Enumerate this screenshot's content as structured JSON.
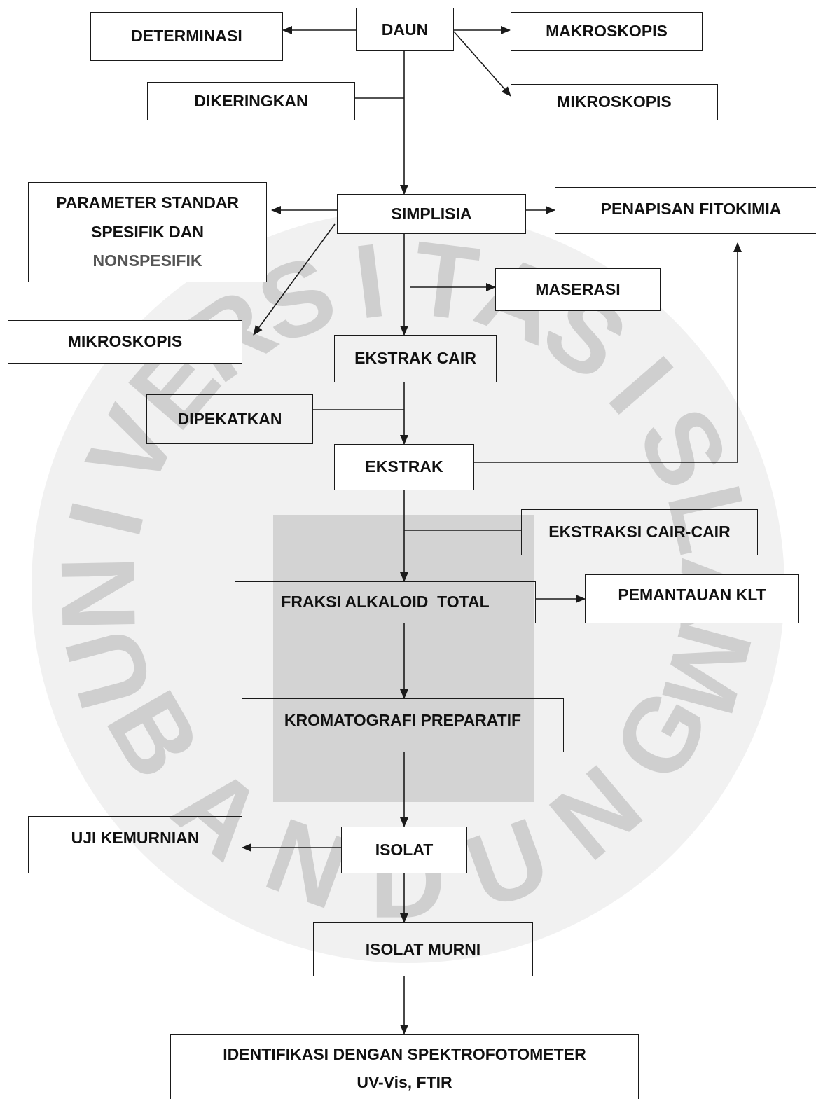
{
  "nodes": {
    "daun": "DAUN",
    "determinasi": "DETERMINASI",
    "makroskopis": "MAKROSKOPIS",
    "mikroskopis_daun": "MIKROSKOPIS",
    "dikeringkan": "DIKERINGKAN",
    "simplisia": "SIMPLISIA",
    "parameter_line1": "PARAMETER STANDAR",
    "parameter_line2": "SPESIFIK DAN",
    "parameter_line3": "NONSPESIFIK",
    "penapisan": "PENAPISAN FITOKIMIA",
    "maserasi": "MASERASI",
    "mikroskopis_simplisia": "MIKROSKOPIS",
    "ekstrak_cair": "EKSTRAK CAIR",
    "dipekatkan": "DIPEKATKAN",
    "ekstrak": "EKSTRAK",
    "ekstraksi_cair_cair": "EKSTRAKSI CAIR-CAIR",
    "fraksi_alkaloid": "FRAKSI ALKALOID  TOTAL",
    "pemantauan_klt": "PEMANTAUAN KLT",
    "kromatografi": "KROMATOGRAFI PREPARATIF",
    "isolat": "ISOLAT",
    "uji_kemurnian": "UJI KEMURNIAN",
    "isolat_murni": "ISOLAT MURNI",
    "identifikasi_line1": "IDENTIFIKASI DENGAN SPEKTROFOTOMETER",
    "identifikasi_line2": "UV-Vis, FTIR"
  },
  "watermark": {
    "letters_top": [
      "U",
      "N",
      "I",
      "V",
      "E",
      "R",
      "S",
      "I",
      "T",
      "A",
      "S",
      "I",
      "S",
      "L",
      "A",
      "M"
    ],
    "letters_bottom": [
      "B",
      "A",
      "N",
      "D",
      "U",
      "N",
      "G"
    ]
  },
  "colors": {
    "line": "#1a1a1a",
    "watermark": "#cfcfcf"
  }
}
